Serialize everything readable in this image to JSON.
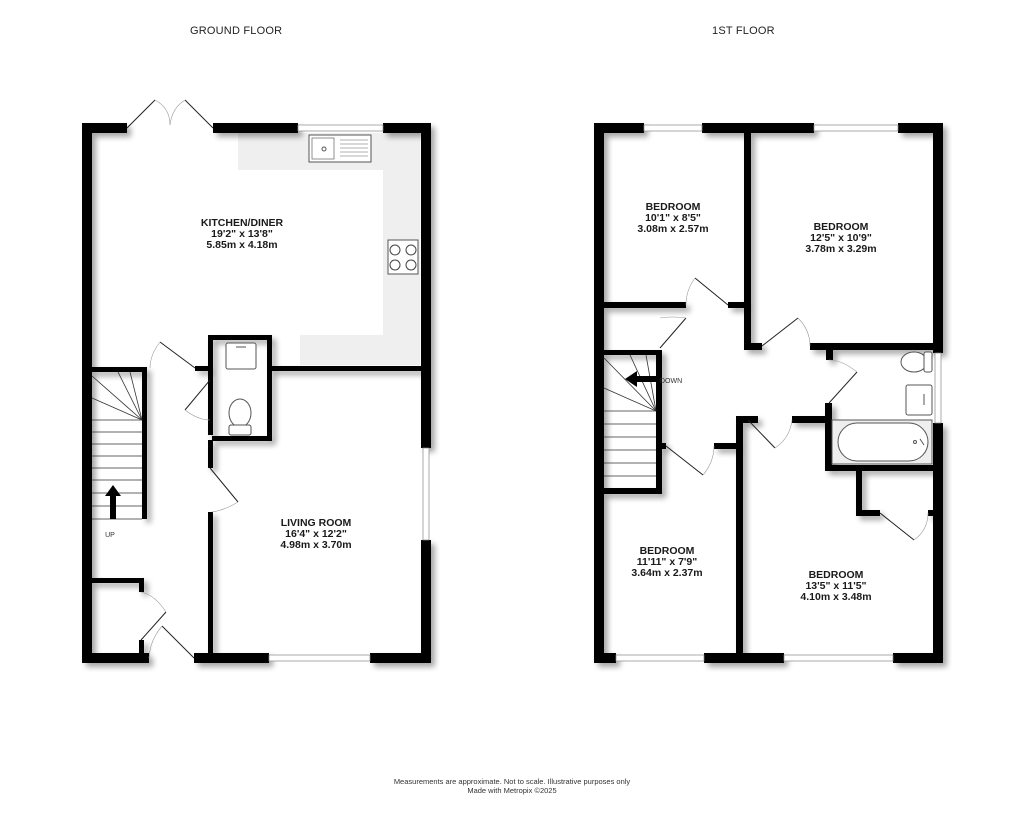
{
  "floors": [
    {
      "title": "GROUND FLOOR",
      "rooms": [
        {
          "name": "KITCHEN/DINER",
          "imperial": "19'2\"  x 13'8\"",
          "metric": "5.85m  x 4.18m"
        },
        {
          "name": "LIVING ROOM",
          "imperial": "16'4\"  x 12'2\"",
          "metric": "4.98m  x 3.70m"
        }
      ],
      "stairs_label": "UP"
    },
    {
      "title": "1ST FLOOR",
      "rooms": [
        {
          "name": "BEDROOM",
          "imperial": "10'1\"  x 8'5\"",
          "metric": "3.08m  x 2.57m"
        },
        {
          "name": "BEDROOM",
          "imperial": "12'5\"  x 10'9\"",
          "metric": "3.78m  x 3.29m"
        },
        {
          "name": "BEDROOM",
          "imperial": "11'11\"  x 7'9\"",
          "metric": "3.64m  x 2.37m"
        },
        {
          "name": "BEDROOM",
          "imperial": "13'5\"  x 11'5\"",
          "metric": "4.10m  x 3.48m"
        }
      ],
      "stairs_label": "DOWN"
    }
  ],
  "footer": {
    "line1": "Measurements are approximate.  Not to scale.  Illustrative purposes only",
    "line2": "Made with Metropix ©2025"
  },
  "colors": {
    "wall": "#000000",
    "worktop": "#efefef",
    "background": "#ffffff"
  }
}
